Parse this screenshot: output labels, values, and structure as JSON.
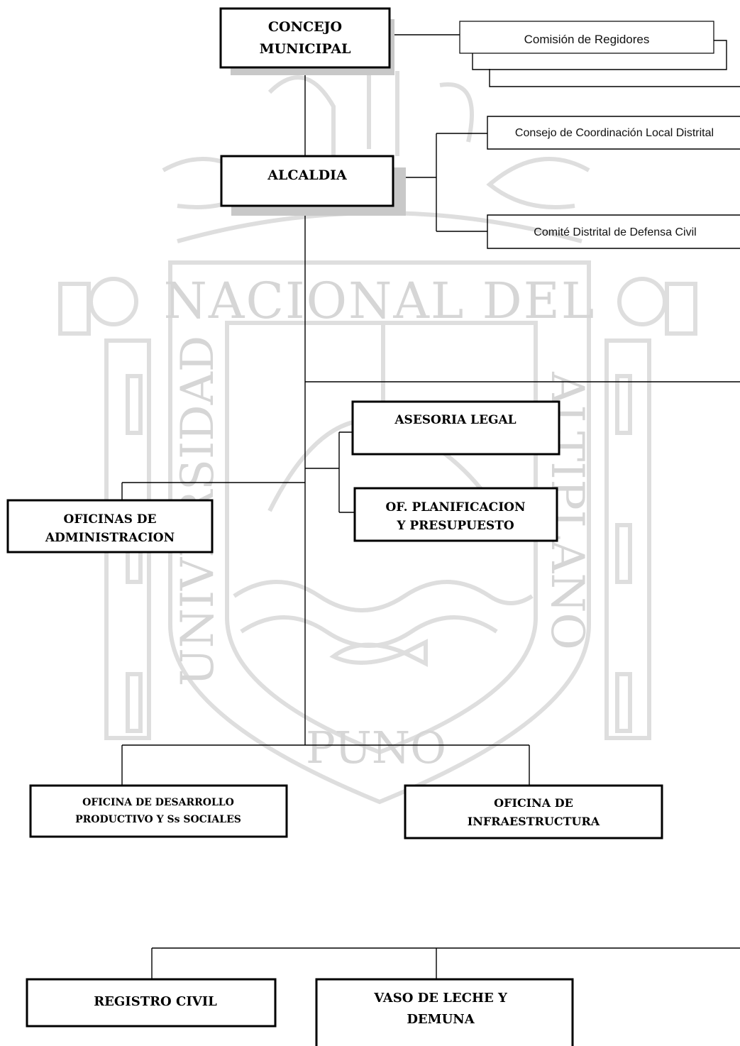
{
  "watermark": {
    "arc_top": "NACIONAL DEL",
    "left_vertical": "UNIVERSIDAD",
    "right_vertical": "ALTIPLANO",
    "bottom": "PUNO"
  },
  "top": {
    "concejo": [
      "CONCEJO",
      "MUNICIPAL"
    ],
    "comision": "Comisión de Regidores",
    "alcaldia": "ALCALDIA",
    "consejo_coordinacion": "Consejo de Coordinación Local Distrital",
    "comite_defensa": "Comité Distrital de Defensa Civil"
  },
  "staff": {
    "asesoria": "ASESORIA LEGAL",
    "planificacion": [
      "OF. PLANIFICACION",
      "Y PRESUPUESTO"
    ],
    "administracion": [
      "OFICINAS DE",
      "ADMINISTRACION"
    ]
  },
  "line_units": {
    "desarrollo": [
      "OFICINA DE DESARROLLO",
      "PRODUCTIVO Y Ss SOCIALES"
    ],
    "infraestructura": [
      "OFICINA DE",
      "INFRAESTRUCTURA"
    ]
  },
  "bottom": {
    "registro": "REGISTRO CIVIL",
    "vaso": [
      "VASO DE LECHE Y",
      "DEMUNA"
    ]
  }
}
